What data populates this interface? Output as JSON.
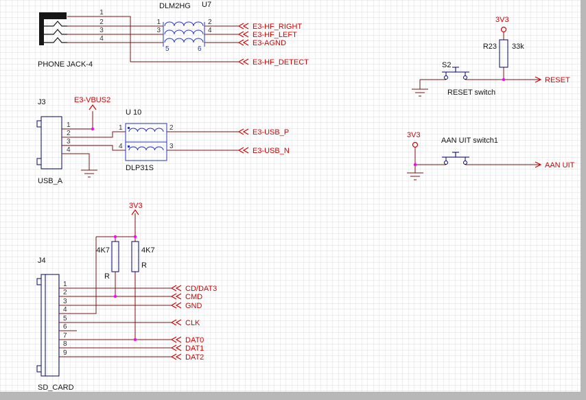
{
  "colors": {
    "wire": "#7a1010",
    "symbol_outline": "#000070",
    "coil": "#2233cc",
    "net_label": "#d40000",
    "junction": "#ff00ff",
    "grid": "#dcdcdc",
    "sheet": "#ffffff",
    "margin": "#b8b8b8"
  },
  "phone_jack_section": {
    "jack_label": "PHONE JACK-4",
    "choke_name": "DLM2HG",
    "choke_ref": "U7",
    "jack_pins": [
      "1",
      "2",
      "3",
      "4"
    ],
    "choke_left_pins": [
      "1",
      "3",
      "5"
    ],
    "choke_right_pins": [
      "2",
      "4",
      "6"
    ],
    "net_right": "E3-HF_RIGHT",
    "net_left": "E3-HF_LEFT",
    "net_agnd": "E3-AGND",
    "net_detect": "E3-HF_DETECT"
  },
  "usb_section": {
    "conn_ref": "J3",
    "conn_label": "USB_A",
    "vbus_net": "E3-VBUS2",
    "ic_ref": "U 10",
    "ic_name": "DLP31S",
    "conn_pins": [
      "1",
      "2",
      "3",
      "4"
    ],
    "ic_left_pins": [
      "1",
      "4"
    ],
    "ic_right_pins": [
      "2",
      "3"
    ],
    "net_p": "E3-USB_P",
    "net_n": "E3-USB_N"
  },
  "sd_section": {
    "conn_ref": "J4",
    "conn_label": "SD_CARD",
    "power_net": "3V3",
    "r1_value": "4K7",
    "r1_ref": "R",
    "r2_value": "4K7",
    "r2_ref": "R",
    "conn_pins": [
      "1",
      "2",
      "3",
      "4",
      "5",
      "6",
      "7",
      "8",
      "9"
    ],
    "nets": [
      "CD/DAT3",
      "CMD",
      "GND",
      "CLK",
      "DAT0",
      "DAT1",
      "DAT2"
    ]
  },
  "reset_section": {
    "power_net": "3V3",
    "resistor_ref": "R23",
    "resistor_value": "33k",
    "switch_ref": "S2",
    "caption": "RESET switch",
    "net": "RESET"
  },
  "power_switch_section": {
    "power_net": "3V3",
    "caption": "AAN UIT switch1",
    "net": "AAN UIT"
  }
}
